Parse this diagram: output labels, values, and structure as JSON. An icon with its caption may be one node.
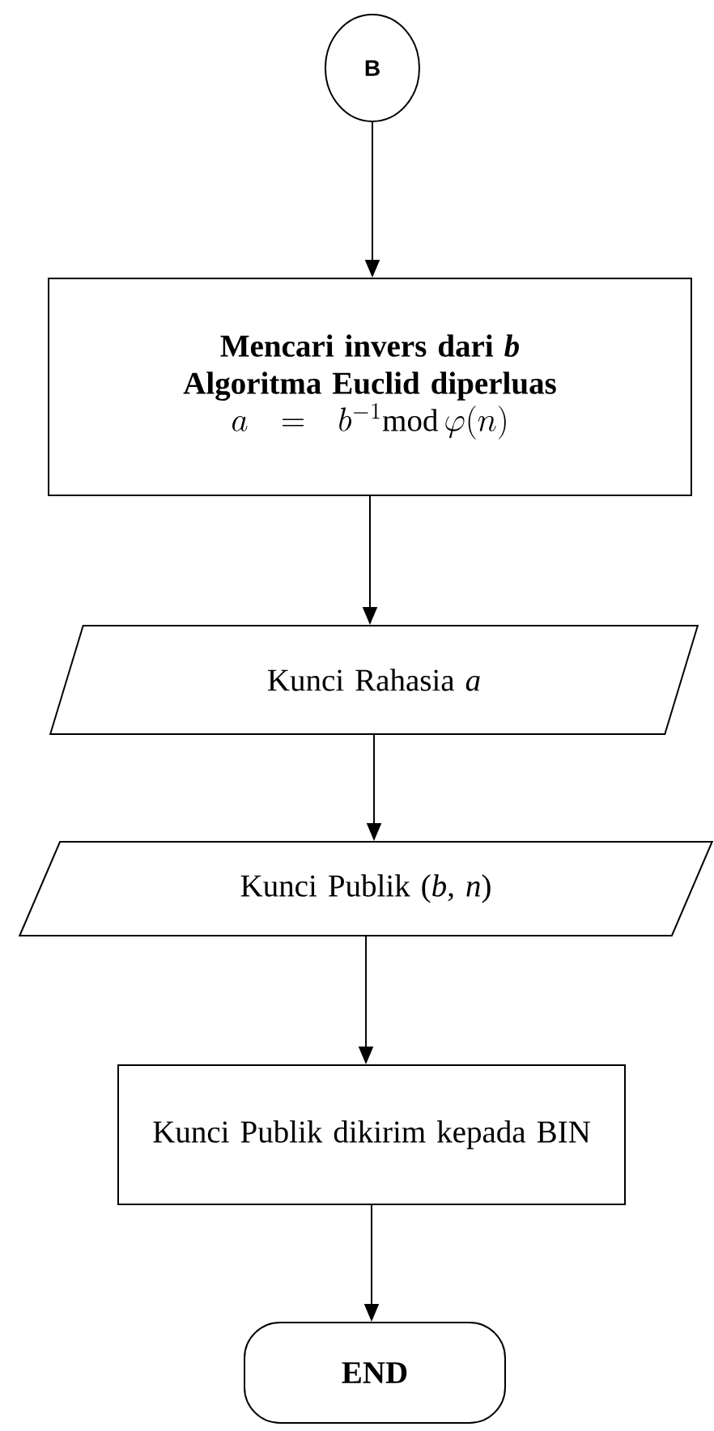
{
  "diagram": {
    "nodes": [
      {
        "text": [
          "B"
        ]
      },
      {
        "text": [
          "Mencari invers dari *b*",
          "Algoritma Euclid diperluas",
          "a = b^{-1}\\mathrm{mod}\\,\\varphi(n)"
        ]
      },
      {
        "text": [
          "Kunci Rahasia *a*"
        ]
      },
      {
        "text": [
          "Kunci Publik (*b*, *n*)"
        ]
      },
      {
        "text": [
          "Kunci Publik dikirim kepada BIN"
        ]
      },
      {
        "text": [
          "END"
        ]
      }
    ],
    "edges": [
      {
        "from": 0,
        "to": 1,
        "arrow": "to"
      },
      {
        "from": 1,
        "to": 2,
        "arrow": "to"
      },
      {
        "from": 2,
        "to": 3,
        "arrow": "to"
      },
      {
        "from": 3,
        "to": 4,
        "arrow": "to"
      },
      {
        "from": 4,
        "to": 5,
        "arrow": "to"
      }
    ]
  }
}
